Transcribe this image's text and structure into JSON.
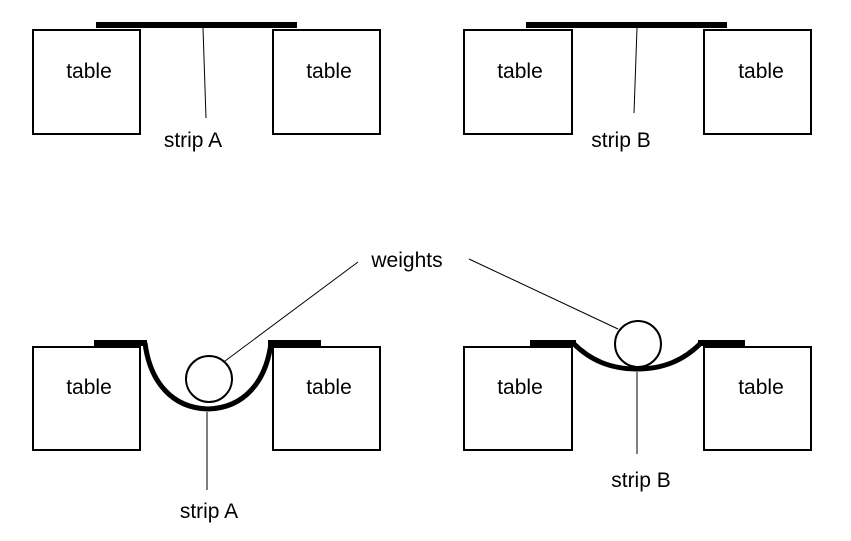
{
  "labels": {
    "table": "table",
    "strip_a": "strip A",
    "strip_b": "strip B",
    "weights": "weights"
  },
  "colors": {
    "ink": "#000000",
    "background": "#ffffff"
  }
}
